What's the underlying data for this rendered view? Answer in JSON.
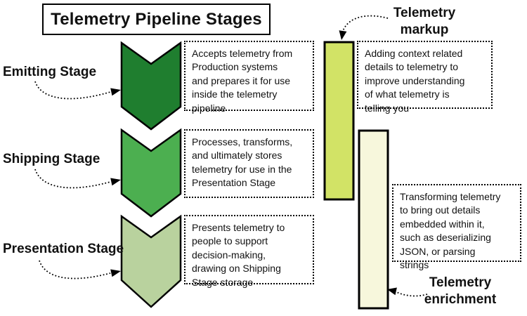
{
  "title": "Telemetry Pipeline Stages",
  "stages": [
    {
      "label": "Emitting Stage",
      "description": "Accepts telemetry from\nProduction systems\nand prepares it for use\ninside the telemetry\npipeline",
      "color": "#1f7e2f"
    },
    {
      "label": "Shipping Stage",
      "description": "Processes, transforms,\nand ultimately stores\ntelemetry for use in the\nPresentation Stage",
      "color": "#4caf50"
    },
    {
      "label": "Presentation Stage",
      "description": "Presents telemetry to\npeople to support\ndecision-making,\ndrawing on Shipping\nStage storage",
      "color": "#b9d29e"
    }
  ],
  "annotations": [
    {
      "label": "Telemetry\nmarkup",
      "description": "Adding context related\ndetails to telemetry to\nimprove understanding\nof what telemetry is\ntelling you",
      "bar_color": "#d2e366"
    },
    {
      "label": "Telemetry\nenrichment",
      "description": "Transforming telemetry\nto bring out details\nembedded within it,\nsuch as deserializing\nJSON, or parsing\nstrings",
      "bar_color": "#f7f7dc"
    }
  ],
  "colors": {
    "outline": "#000000",
    "background": "#ffffff"
  }
}
